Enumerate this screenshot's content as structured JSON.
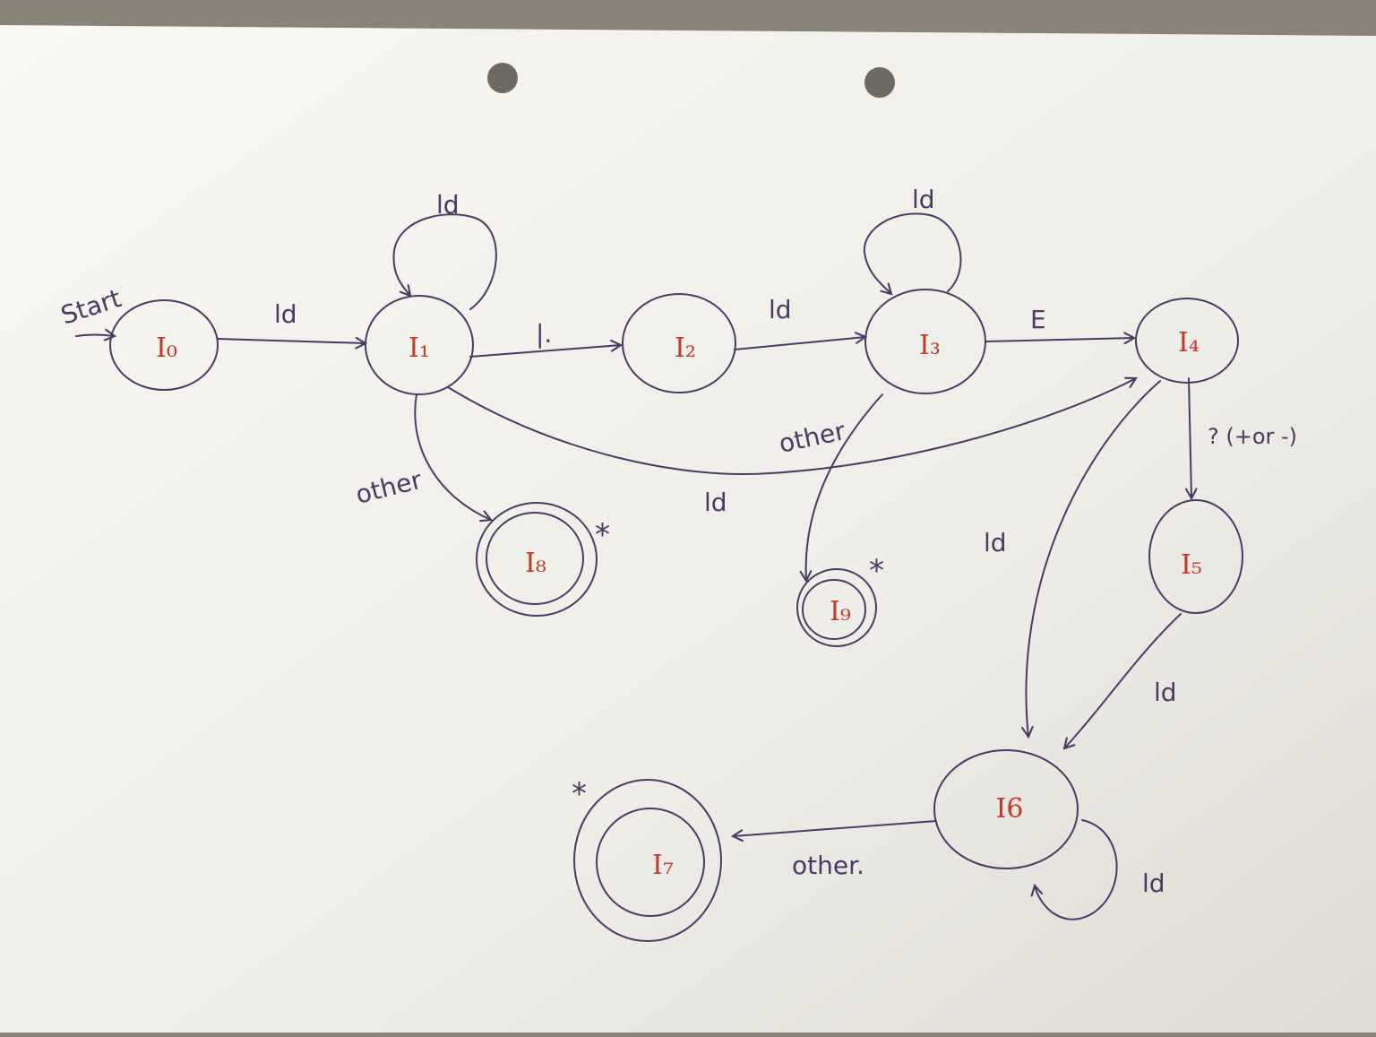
{
  "colors": {
    "ink": "#4a3a63",
    "state_label": "#c0392b",
    "paper": "#f4f3ef",
    "paper_shadow": "#dcd9d2",
    "background": "#8a8478",
    "hole": "#6e6a62"
  },
  "diagram": {
    "start_label": "Start",
    "states": {
      "I0": "I₀",
      "I1": "I₁",
      "I2": "I₂",
      "I3": "I₃",
      "I4": "I₄",
      "I5": "I₅",
      "I6": "I6",
      "I7": "I₇",
      "I8": "I₈",
      "I9": "I₉"
    },
    "edges": {
      "I0_I1": "ld",
      "I1_loop": "ld",
      "I1_I2": "|.",
      "I2_I3": "ld",
      "I3_loop": "ld",
      "I3_I4": "E",
      "I1_I4": "ld",
      "I1_I8": "other",
      "I3_I9": "other",
      "I4_I5": "? (+or -)",
      "I4_I6": "ld",
      "I5_I6": "ld",
      "I6_loop": "ld",
      "I6_I7": "other."
    },
    "retract_marks": {
      "I8": "*",
      "I9": "*",
      "I7": "*"
    }
  }
}
